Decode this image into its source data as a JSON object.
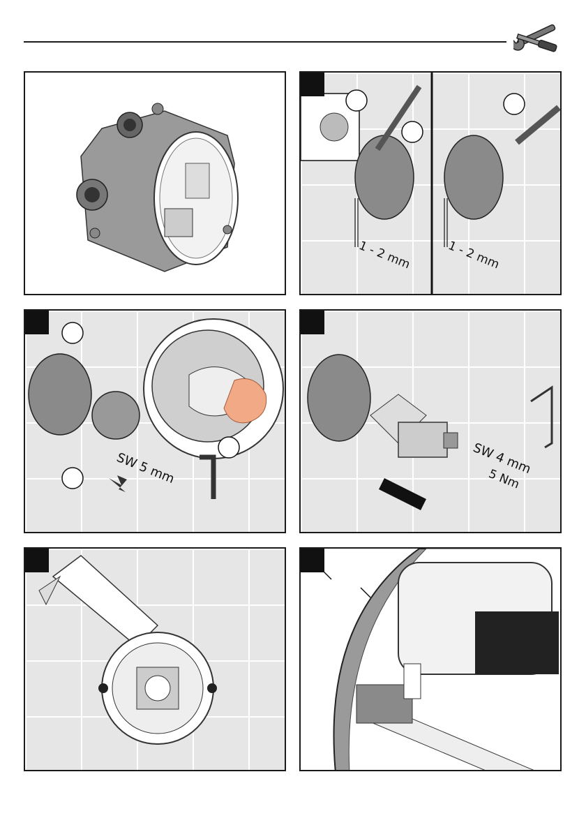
{
  "header": {
    "tools_icon": "wrench-screwdriver-icon"
  },
  "panels": {
    "install_clearance": {
      "measure_left": "1 - 2 mm",
      "measure_right": "1 - 2 mm"
    },
    "cartridge_mount": {
      "tool_size": "SW 5 mm"
    },
    "escutcheon_mount": {
      "tool_size": "SW 4 mm",
      "torque": "5 Nm"
    }
  },
  "colors": {
    "line": "#1a1a1a",
    "tile": "#e6e6e6",
    "grout": "#ffffff",
    "metal": "#b8b8b8",
    "dark": "#555555"
  }
}
